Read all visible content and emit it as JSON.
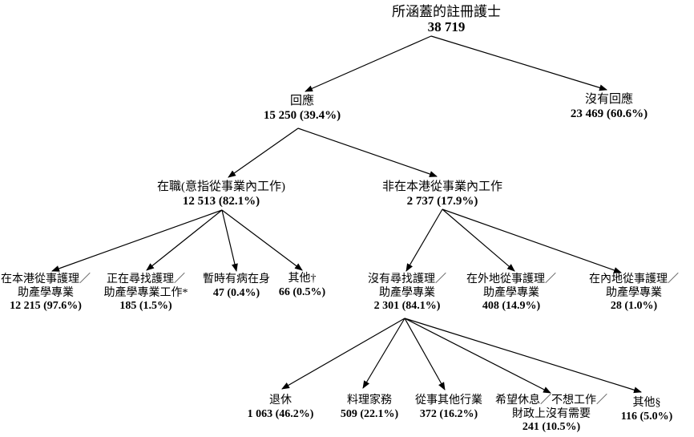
{
  "colors": {
    "background": "#ffffff",
    "line": "#000000",
    "text": "#000000"
  },
  "nodes": {
    "root": {
      "label": "所涵蓋的註冊護士",
      "value": "38 719"
    },
    "responded": {
      "label": "回應",
      "value": "15 250 (39.4%)"
    },
    "no_response": {
      "label": "沒有回應",
      "value": "23 469 (60.6%)"
    },
    "working": {
      "label": "在職(意指從事業內工作)",
      "value": "12 513 (82.1%)"
    },
    "not_in_industry": {
      "label": "非在本港從事業內工作",
      "value": "2 737 (17.9%)"
    },
    "practising_hk": {
      "label": "在本港從事護理／",
      "label2": "助產學專業",
      "value": "12 215 (97.6%)"
    },
    "seeking_job": {
      "label": "正在尋找護理／",
      "label2": "助產學專業工作*",
      "value": "185 (1.5%)"
    },
    "temp_sick": {
      "label": "暫時有病在身",
      "value": "47 (0.4%)"
    },
    "others_dagger": {
      "label": "其他†",
      "value": "66 (0.5%)"
    },
    "not_seeking": {
      "label": "沒有尋找護理／",
      "label2": "助產學專業",
      "value": "2 301 (84.1%)"
    },
    "overseas": {
      "label": "在外地從事護理／",
      "label2": "助產學專業",
      "value": "408 (14.9%)"
    },
    "mainland": {
      "label": "在內地從事護理／",
      "label2": "助產學專業",
      "value": "28 (1.0%)"
    },
    "retired": {
      "label": "退休",
      "value": "1 063 (46.2%)"
    },
    "housework": {
      "label": "料理家務",
      "value": "509 (22.1%)"
    },
    "other_industry": {
      "label": "從事其他行業",
      "value": "372 (16.2%)"
    },
    "wish_rest": {
      "label": "希望休息／不想工作／",
      "label2": "財政上沒有需要",
      "value": "241 (10.5%)"
    },
    "others_section": {
      "label": "其他§",
      "value": "116 (5.0%)"
    }
  }
}
